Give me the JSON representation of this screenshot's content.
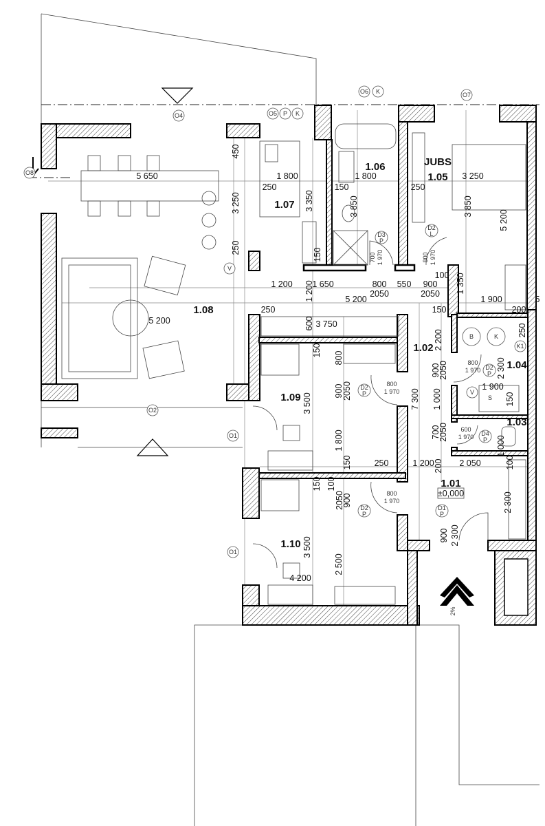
{
  "rooms": {
    "r108": "1.08",
    "r107": "1.07",
    "r106": "1.06",
    "jubs": "JUBS",
    "r105": "1.05",
    "r102": "1.02",
    "r104": "1.04",
    "r103": "1.03",
    "r109": "1.09",
    "r101": "1.01",
    "level": "±0,000",
    "r110": "1.10"
  },
  "dims_h": [
    "5 650",
    "1 800",
    "250",
    "1 800",
    "150",
    "250",
    "3 250",
    "5 200",
    "1 200",
    "1 650",
    "800",
    "2050",
    "550",
    "900",
    "2050",
    "100",
    "5 200",
    "250",
    "150",
    "1 900",
    "200",
    "3 750",
    "1 900",
    "250",
    "1 200",
    "2 050",
    "4 200",
    "5"
  ],
  "dims_v": [
    "450",
    "3 250",
    "3 350",
    "250",
    "150",
    "3 850",
    "3 850",
    "5 200",
    "1 350",
    "1 200",
    "600",
    "150",
    "800",
    "900",
    "2050",
    "3 500",
    "1 800",
    "150",
    "7 300",
    "2 200",
    "900",
    "2050",
    "1 000",
    "700",
    "2050",
    "200",
    "250",
    "2 300",
    "150",
    "1 000",
    "100",
    "2 300",
    "150",
    "100",
    "2050",
    "900",
    "3 500",
    "2 500",
    "900",
    "2 300"
  ],
  "doors": [
    {
      "tag": "D3",
      "side": "P",
      "width": "700",
      "height": "1 970"
    },
    {
      "tag": "D2",
      "side": "L",
      "width": "800",
      "height": "1 970"
    },
    {
      "tag": "D2",
      "side": "P",
      "width": "800",
      "height": "1 970"
    },
    {
      "tag": "D4",
      "side": "P",
      "width": "600",
      "height": "1 970"
    },
    {
      "tag": "D2",
      "side": "P",
      "width": "800",
      "height": "1 970"
    },
    {
      "tag": "D2",
      "side": "P",
      "width": "800",
      "height": "1 970"
    },
    {
      "tag": "D1",
      "side": "P"
    }
  ],
  "tags": {
    "o1a": "O1",
    "o1b": "O1",
    "o2": "O2",
    "o4": "O4",
    "o5": "O5",
    "p": "P",
    "k": "K",
    "o6": "O6",
    "k2": "K",
    "o7": "O7",
    "o8": "O8",
    "v1": "V",
    "v2": "V",
    "b": "B",
    "k3": "K",
    "k1": "K1",
    "s": "S"
  },
  "slope": "2%"
}
